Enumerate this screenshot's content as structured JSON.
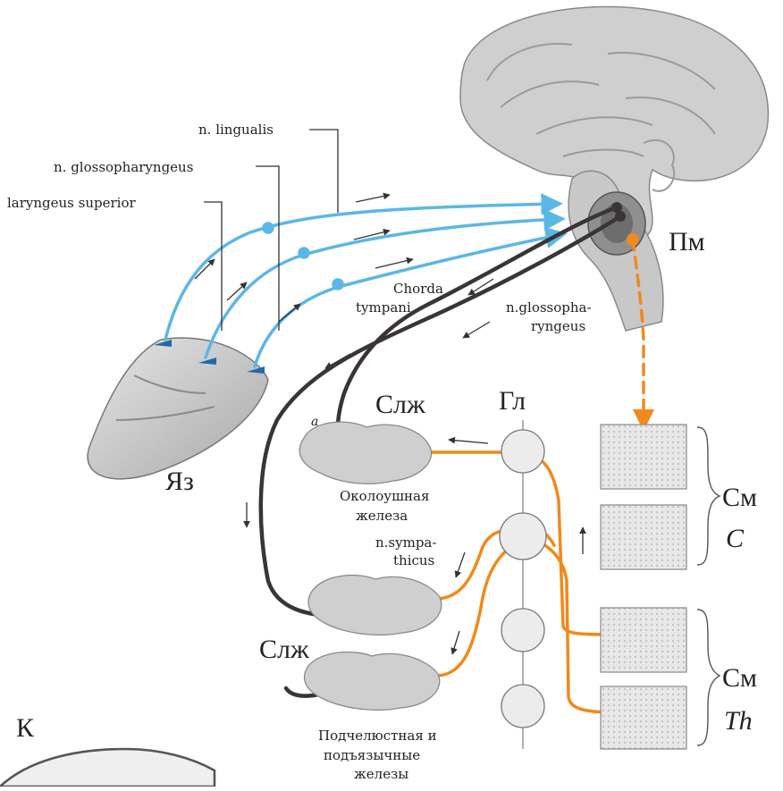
{
  "labels": {
    "n_lingualis": "n. lingualis",
    "n_glossopharyngeus": "n. glossopharyngeus",
    "laryngeus_superior": "laryngeus superior",
    "chorda": "Chorda",
    "tympani": "tympani",
    "nglosso_1": "n.glossopha-",
    "nglosso_2": "ryngeus",
    "pm": "Пм",
    "yaz": "Яз",
    "slzh_top": "Слж",
    "gl": "Гл",
    "slzh_bottom": "Слж",
    "parotid_1": "Околоушная",
    "parotid_2": "железа",
    "sympathicus_1": "n.sympa-",
    "sympathicus_2": "thicus",
    "sm_top": "См",
    "c": "C",
    "sm_bottom": "См",
    "th": "Th",
    "sub_1": "Подчелюстная и",
    "sub_2": "подъязычные",
    "sub_3": "железы",
    "k": "К",
    "a": "а"
  },
  "colors": {
    "taste_nerve": "#5bb7e6",
    "secretory_nerve": "#3a3535",
    "sympathetic_nerve": "#f08a1c",
    "tissue": "#d8d8d8",
    "tissue_dark": "#9a9a9a"
  }
}
